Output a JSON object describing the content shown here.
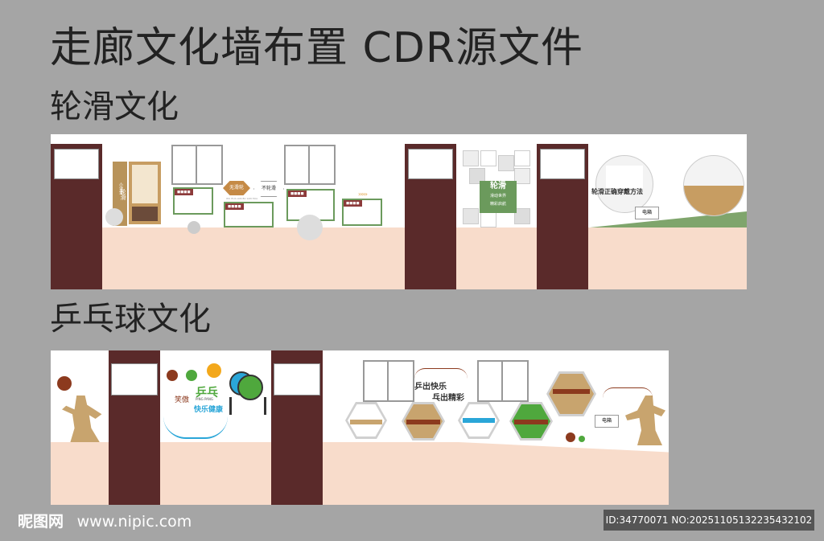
{
  "header": {
    "title": "走廊文化墙布置 CDR源文件",
    "section1": "轮滑文化",
    "section2": "乒乓球文化"
  },
  "roller": {
    "tall_left_title": "轮滑",
    "tall_left_sub": "小课堂",
    "slogan_a": "无滑轮",
    "slogan_b": "不轮滑",
    "slogan_small": "WU HUA LUN BU LUN HUA",
    "green_title": "轮滑",
    "green_line1": "滑动世界",
    "green_line2": "精彩启航",
    "method_title": "轮滑正确穿戴方法",
    "box_label": "电箱"
  },
  "pingpong": {
    "brand_big": "乒乓",
    "brand_small": "PING PANG",
    "brand_left": "笑傲",
    "brand_sub": "快乐健康",
    "slogan1": "乒出快乐",
    "slogan2": "乓出精彩",
    "box_label": "电箱",
    "colors": {
      "brown": "#8c3a1e",
      "green": "#4fa83d",
      "orange": "#f3a81b",
      "blue": "#2aa6d8"
    }
  },
  "watermark": {
    "logo": "昵图网",
    "url": "www.nipic.com",
    "id_text": "ID:34770071 NO:20251105132235432102"
  }
}
